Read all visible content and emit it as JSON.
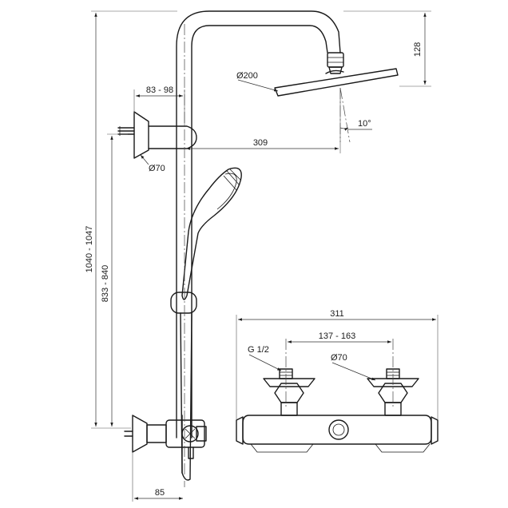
{
  "dimensions": {
    "head_height": "128",
    "head_diameter": "Ø200",
    "tilt_angle": "10°",
    "bracket_offset": "83 - 98",
    "head_reach": "309",
    "bracket_diameter": "Ø70",
    "overall_height": "1040 - 1047",
    "bracket_height": "833 - 840",
    "mixer_depth": "85",
    "mixer_width": "311",
    "inlet_centres": "137 - 163",
    "inlet_thread": "G 1/2",
    "flange_diameter": "Ø70"
  }
}
